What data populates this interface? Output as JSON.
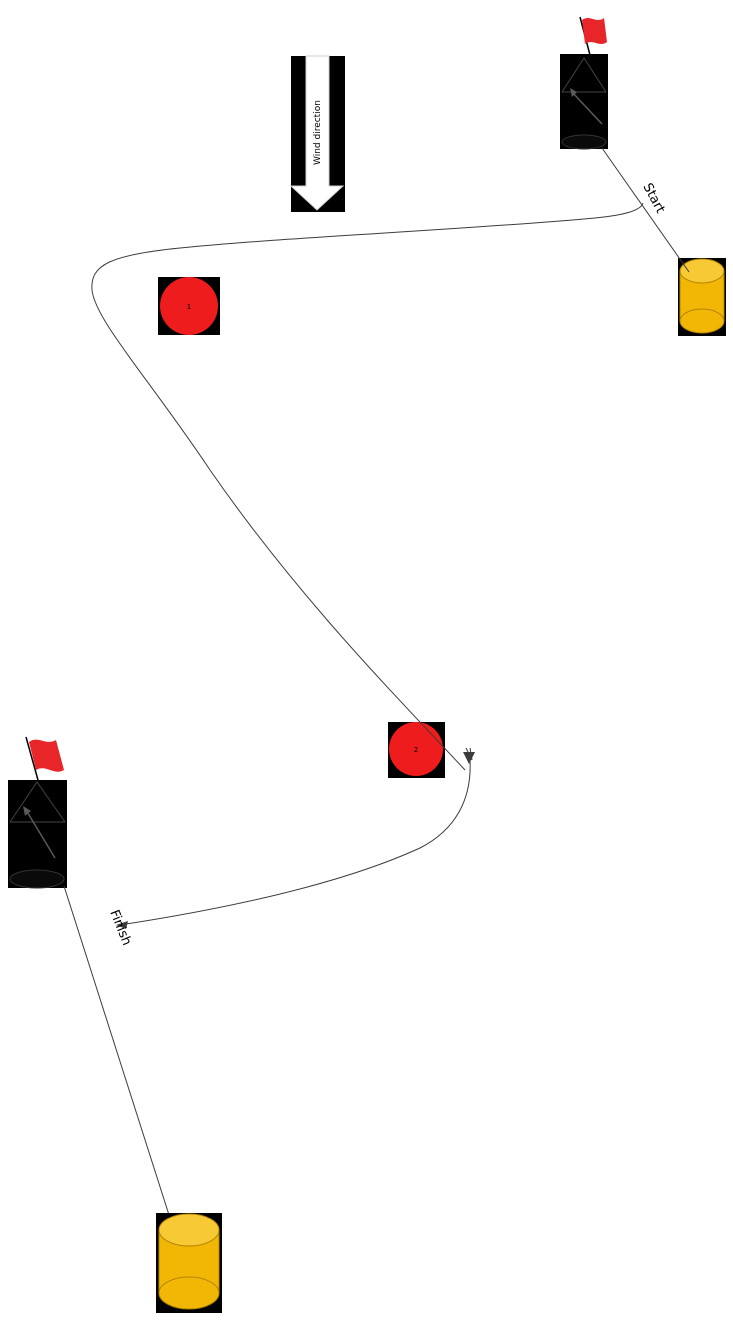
{
  "diagram": {
    "wind": {
      "label": "Wind direction"
    },
    "start": {
      "label": "Start"
    },
    "finish": {
      "label": "Finish"
    },
    "marks": [
      {
        "number": "1",
        "color": "#ee1c1c"
      },
      {
        "number": "2",
        "color": "#ee1c1c"
      }
    ],
    "colors": {
      "boat": "#000000",
      "boat_arrow": "#3a3a3a",
      "flag": "#e8262a",
      "buoy": "#f2b705",
      "buoy_shade": "#c98e00",
      "course_line": "#3c3c3c",
      "wind_arrow": "#ffffff"
    },
    "icons": [
      "committee-boat-icon",
      "flag-icon",
      "buoy-icon",
      "wind-arrow-icon"
    ]
  }
}
